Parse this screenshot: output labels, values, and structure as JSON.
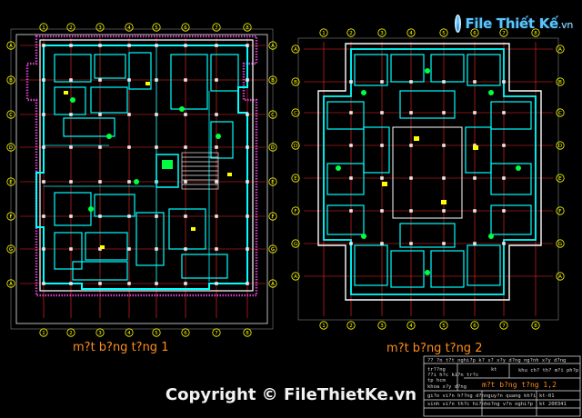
{
  "drawing": {
    "plan1_title": "m?t b?ng t?ng 1",
    "plan2_title": "m?t b?ng t?ng 2",
    "grid_labels_plan1": [
      "1",
      "2",
      "3",
      "4",
      "5",
      "6",
      "7",
      "8",
      "A",
      "B",
      "C",
      "D",
      "E",
      "F",
      "G"
    ],
    "grid_labels_plan2": [
      "1",
      "2",
      "3",
      "4",
      "5",
      "6",
      "7",
      "8",
      "A",
      "B",
      "C",
      "D",
      "E",
      "F",
      "G"
    ]
  },
  "title_block": {
    "header": "?? ?n t?t nghi?p k? s? x?y d?ng ng?nh x?y d?ng",
    "school_lines": [
      "tr??ng",
      "??i h?c ki?n tr?c",
      "tp hcm"
    ],
    "faculty": "khoa x?y d?ng",
    "sheet_no": "kt",
    "project": "khu ch? th? m?i ph?p",
    "sheet_title": "m?t b?ng t?ng 1,2",
    "rows": [
      {
        "role": "gi?o vi?n h??ng d?n",
        "name": "nguy?n quang kh?i"
      },
      {
        "role": "sinh vi?n th?c hi?n",
        "name": "ho?ng v?n nghi?p"
      }
    ],
    "drawing_no": "kt 200341",
    "sheet_code": "kt-01"
  },
  "watermarks": {
    "top_brand": "File Thiết Kế",
    "top_domain": ".vn",
    "bottom": "Copyright © FileThietKe.vn"
  },
  "colors": {
    "background": "#000000",
    "wall": "#00ffff",
    "grid": "#ff2a2a",
    "frame": "#ffffff",
    "accent_green": "#00ff40",
    "accent_yellow": "#ffff00",
    "accent_magenta": "#ff4df0",
    "label_orange": "#ff8c1a"
  }
}
